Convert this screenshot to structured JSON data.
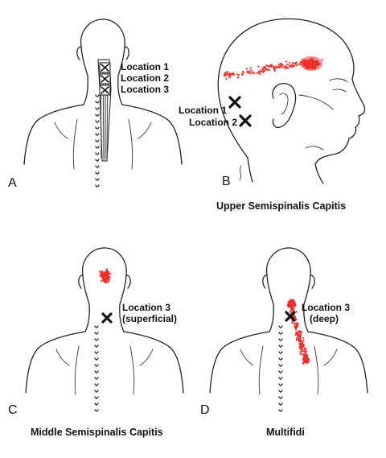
{
  "panels": {
    "a": {
      "letter": "A",
      "labels": [
        "Location 1",
        "Location 2",
        "Location 3"
      ]
    },
    "b": {
      "letter": "B",
      "labels": [
        "Location 1",
        "Location 2"
      ],
      "caption": "Upper Semispinalis Capitis"
    },
    "c": {
      "letter": "C",
      "label_line1": "Location 3",
      "label_line2": "(superficial)",
      "caption": "Middle Semispinalis Capitis"
    },
    "d": {
      "letter": "D",
      "label_line1": "Location 3",
      "label_line2": "(deep)",
      "caption": "Multifidi"
    }
  },
  "colors": {
    "pain_pattern": "#e8322b",
    "marker": "#111111",
    "outline": "#222222"
  }
}
